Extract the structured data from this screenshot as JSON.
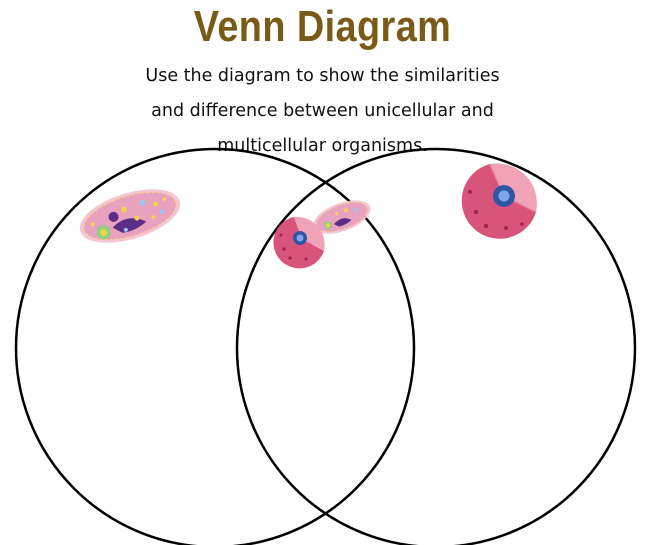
{
  "title": "Venn Diagram",
  "instructions": {
    "line1": "Use the diagram to show the similarities",
    "line2": "and difference between unicellular and",
    "line3": "multicellular organisms."
  },
  "colors": {
    "title": "#7a5a17",
    "text": "#111111",
    "circle_stroke": "#000000",
    "cell_pink": "#d9547a",
    "cell_nucleus": "#3a5fb0",
    "protist_body": "#e7a1c0"
  },
  "icons": [
    "protist-cell-icon",
    "animal-cell-icon"
  ]
}
